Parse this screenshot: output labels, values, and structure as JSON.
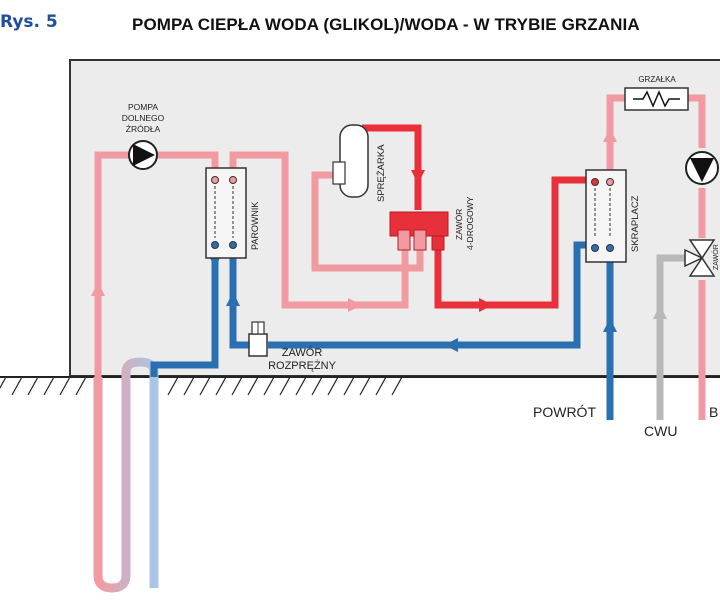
{
  "figure_label": "Rys. 5",
  "title": "POMPA CIEPŁA WODA (GLIKOL)/WODA - W TRYBIE GRZANIA",
  "components": {
    "pompa_line1": "POMPA",
    "pompa_line2": "DOLNEGO",
    "pompa_line3": "ŹRÓDŁA",
    "parownik": "PAROWNIK",
    "sprezarka": "SPRĘŻARKA",
    "zawor4_line1": "ZAWÓR",
    "zawor4_line2": "4-DROGOWY",
    "skraplacz": "SKRAPLACZ",
    "grzalka": "GRZAŁKA",
    "zawor_rozp_line1": "ZAWÓR",
    "zawor_rozp_line2": "ROZPRĘŻNY",
    "zawor_right": "ZAWÓR"
  },
  "labels": {
    "powrot": "POWRÓT",
    "cwu": "CWU",
    "b_cut": "B"
  },
  "colors": {
    "hot_red": "#e8303a",
    "pink": "#f29aa1",
    "blue": "#2a6fb0",
    "gray": "#b8b8b8",
    "box_fill": "#ececec",
    "title_blue": "#1f4f9a"
  }
}
